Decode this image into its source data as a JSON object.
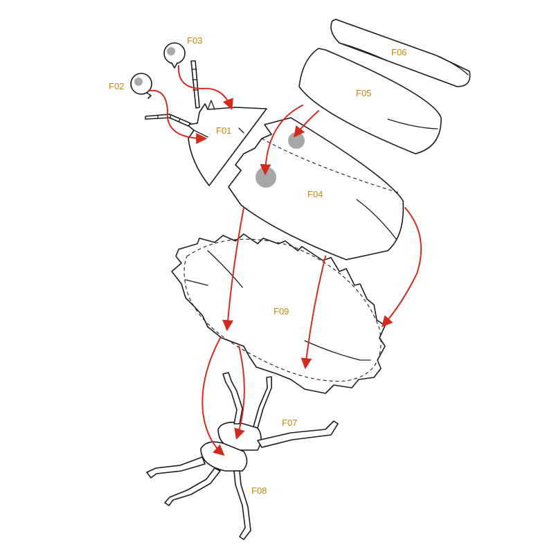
{
  "colors": {
    "label": "#c8860a",
    "arrow": "#d42a1e",
    "spot": "#a8a8a8",
    "outline": "#1a1a1a"
  },
  "parts": {
    "f01": "F01",
    "f02": "F02",
    "f03": "F03",
    "f04": "F04",
    "f05": "F05",
    "f06": "F06",
    "f07": "F07",
    "f08": "F08",
    "f09": "F09"
  }
}
